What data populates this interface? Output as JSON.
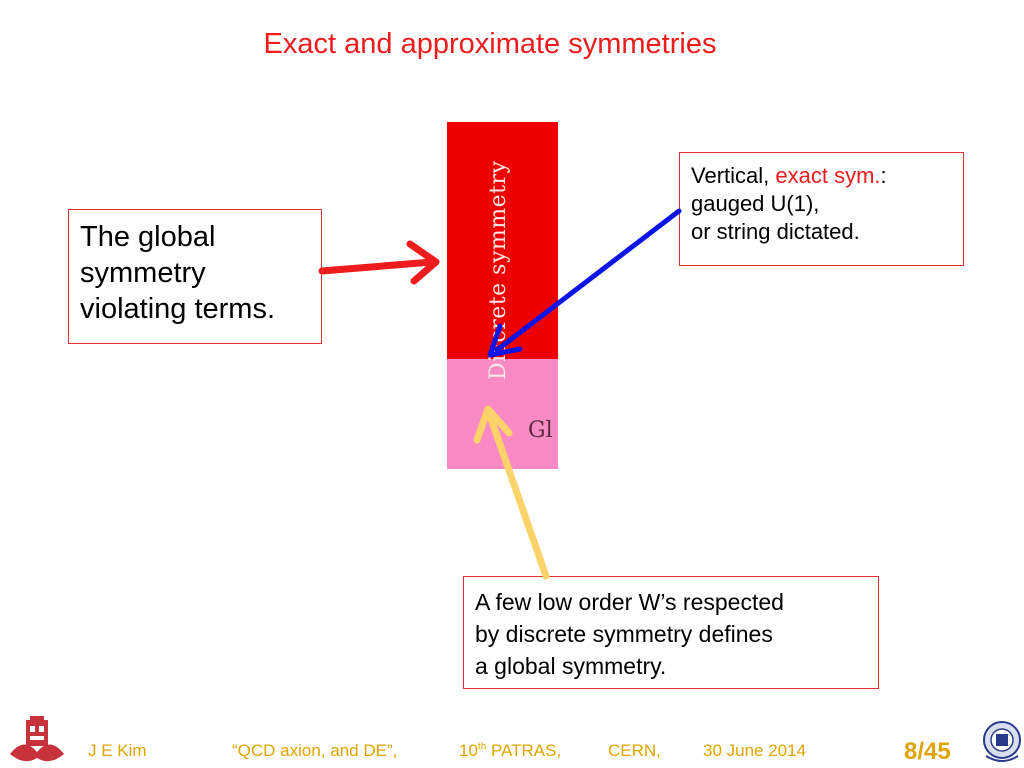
{
  "slide": {
    "title": "Exact and approximate symmetries",
    "left_box": [
      "The global",
      "symmetry",
      "violating terms."
    ],
    "right_box": {
      "line1_prefix": "Vertical, ",
      "line1_red": "exact sym.",
      "line1_suffix": ":",
      "line2": "gauged U(1),",
      "line3": "or string dictated."
    },
    "bottom_box": [
      "A few low order W’s respected",
      "by discrete symmetry defines",
      "a global symmetry."
    ],
    "bar_vertical_label": "Discrete symmetry",
    "bar_bottom_label": "Gl"
  },
  "footer": {
    "author": "J  E  Kim",
    "talk": "“QCD axion,  and DE”,",
    "conf_num": "10",
    "conf_sup": "th",
    "conf_rest": " PATRAS,",
    "venue": "CERN,",
    "date": "30 June  2014",
    "page": "8/45"
  },
  "colors": {
    "title": "#ee1c1c",
    "bar_red": "#ee0000",
    "bar_pink": "#f98ac3",
    "arrow_red": "#ee1c1c",
    "arrow_blue": "#0a14e6",
    "arrow_yellow": "#fcd36a",
    "footer": "#e0a400"
  },
  "icons": [
    "university-seal-logo-left",
    "university-seal-logo-right"
  ]
}
